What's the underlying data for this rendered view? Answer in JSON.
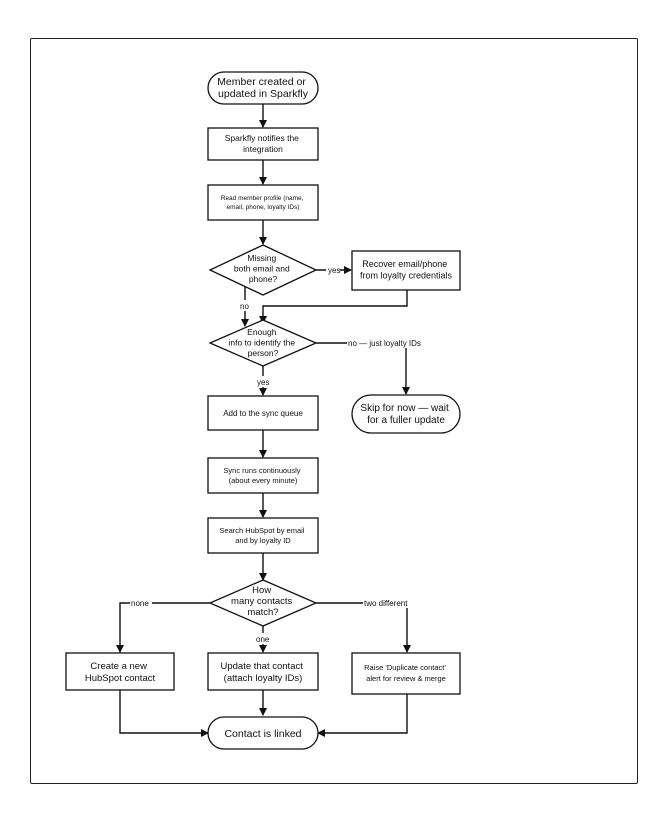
{
  "nodes": {
    "start": {
      "lines": [
        "Member created or",
        "updated in Sparkfly"
      ]
    },
    "notify": {
      "lines": [
        "Sparkfly notifies the",
        "integration"
      ]
    },
    "read": {
      "lines": [
        "Read member profile (name,",
        "email, phone, loyalty IDs)"
      ]
    },
    "missing": {
      "lines": [
        "Missing",
        "both email and",
        "phone?"
      ]
    },
    "recover": {
      "lines": [
        "Recover email/phone",
        "from loyalty credentials"
      ]
    },
    "enough": {
      "lines": [
        "Enough",
        "info to identify the",
        "person?"
      ]
    },
    "skip": {
      "lines": [
        "Skip for now — wait",
        "for a fuller update"
      ]
    },
    "queue": {
      "lines": [
        "Add to the sync queue"
      ]
    },
    "sync": {
      "lines": [
        "Sync runs continuously",
        "(about every minute)"
      ]
    },
    "search": {
      "lines": [
        "Search HubSpot by email",
        "and by loyalty ID"
      ]
    },
    "howmany": {
      "lines": [
        "How",
        "many contacts",
        "match?"
      ]
    },
    "create": {
      "lines": [
        "Create a new",
        "HubSpot contact"
      ]
    },
    "update": {
      "lines": [
        "Update that contact",
        "(attach loyalty IDs)"
      ]
    },
    "raise": {
      "lines": [
        "Raise 'Duplicate contact'",
        "alert for review & merge"
      ]
    },
    "linked": {
      "lines": [
        "Contact is linked"
      ]
    }
  },
  "edge_labels": {
    "yes_recover": "yes",
    "no_missing": "no",
    "no_enough": "no — just loyalty IDs",
    "yes_enough": "yes",
    "none": "none",
    "one": "one",
    "two": "two different"
  }
}
